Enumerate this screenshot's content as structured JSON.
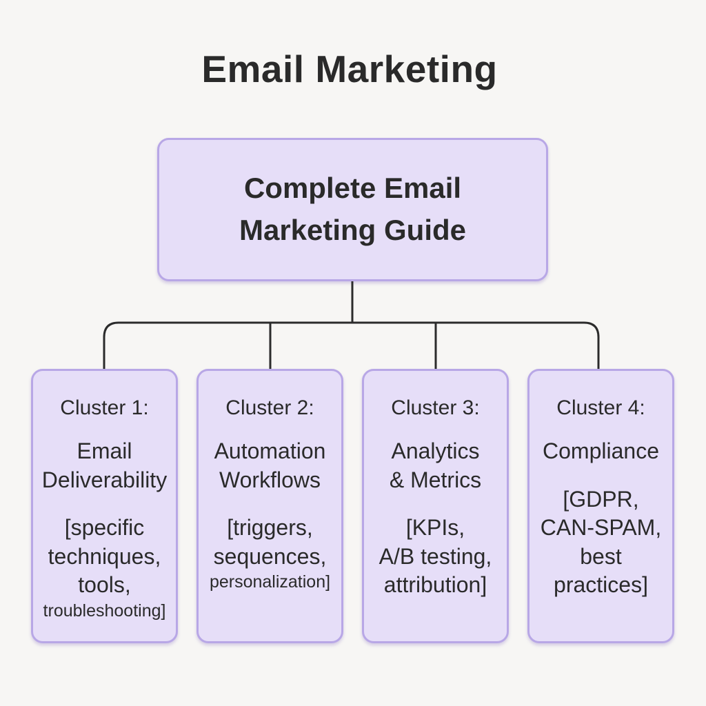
{
  "page": {
    "title": "Email Marketing"
  },
  "root_node": {
    "lines": [
      "Complete Email",
      "Marketing Guide"
    ]
  },
  "clusters": [
    {
      "label": "Cluster 1:",
      "topic_lines": [
        "Email",
        "Deliverability"
      ],
      "detail_lines": [
        "[specific",
        "techniques,",
        "tools,"
      ],
      "detail_small": "troubleshooting]"
    },
    {
      "label": "Cluster 2:",
      "topic_lines": [
        "Automation",
        "Workflows"
      ],
      "detail_lines": [
        "[triggers,",
        "sequences,"
      ],
      "detail_small": "personalization]"
    },
    {
      "label": "Cluster 3:",
      "topic_lines": [
        "Analytics",
        "& Metrics"
      ],
      "detail_lines": [
        "[KPIs,",
        "A/B testing,",
        "attribution]"
      ],
      "detail_small": ""
    },
    {
      "label": "Cluster 4:",
      "topic_lines": [
        "Compliance"
      ],
      "detail_lines": [
        "[GDPR,",
        "CAN-SPAM,",
        "best",
        "practices]"
      ],
      "detail_small": ""
    }
  ],
  "colors": {
    "background": "#f7f6f4",
    "node_fill": "#e6def8",
    "node_border": "#b8a7e6",
    "text": "#2a2a2a",
    "connector": "#2b2b2b"
  }
}
